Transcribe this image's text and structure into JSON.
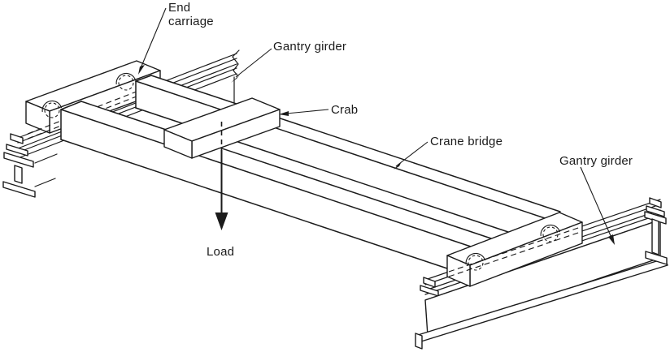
{
  "diagram": {
    "type": "isometric line drawing of an overhead travelling crane on gantry girders",
    "colors": {
      "line": "#1b1b1b",
      "background": "#ffffff"
    },
    "labels": {
      "end_carriage": {
        "line1": "End",
        "line2": "carriage"
      },
      "gantry_girder_top": "Gantry girder",
      "crab": "Crab",
      "crane_bridge": "Crane bridge",
      "gantry_girder_right": "Gantry girder",
      "load": "Load"
    },
    "icons": {
      "load_arrow": "down-arrow",
      "leader_pointers": "filled-arrowhead"
    }
  }
}
